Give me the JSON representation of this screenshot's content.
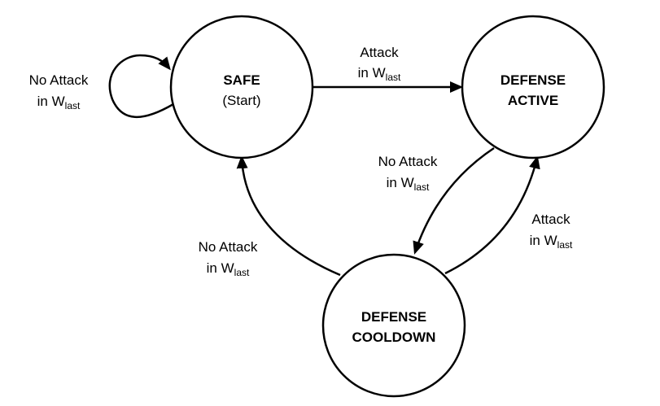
{
  "states": {
    "safe": {
      "name": "SAFE",
      "sub": "(Start)"
    },
    "active": {
      "line1": "DEFENSE",
      "line2": "ACTIVE"
    },
    "cooldown": {
      "line1": "DEFENSE",
      "line2": "COOLDOWN"
    }
  },
  "transitions": {
    "safe_self": {
      "line1": "No Attack",
      "line2_prefix": "in W",
      "line2_sub": "last"
    },
    "safe_to_active": {
      "line1": "Attack",
      "line2_prefix": "in W",
      "line2_sub": "last"
    },
    "active_to_cooldown": {
      "line1": "No Attack",
      "line2_prefix": "in W",
      "line2_sub": "last"
    },
    "cooldown_to_active": {
      "line1": "Attack",
      "line2_prefix": "in W",
      "line2_sub": "last"
    },
    "cooldown_to_safe": {
      "line1": "No Attack",
      "line2_prefix": "in W",
      "line2_sub": "last"
    }
  },
  "colors": {
    "stroke": "#000000",
    "background": "#ffffff"
  }
}
